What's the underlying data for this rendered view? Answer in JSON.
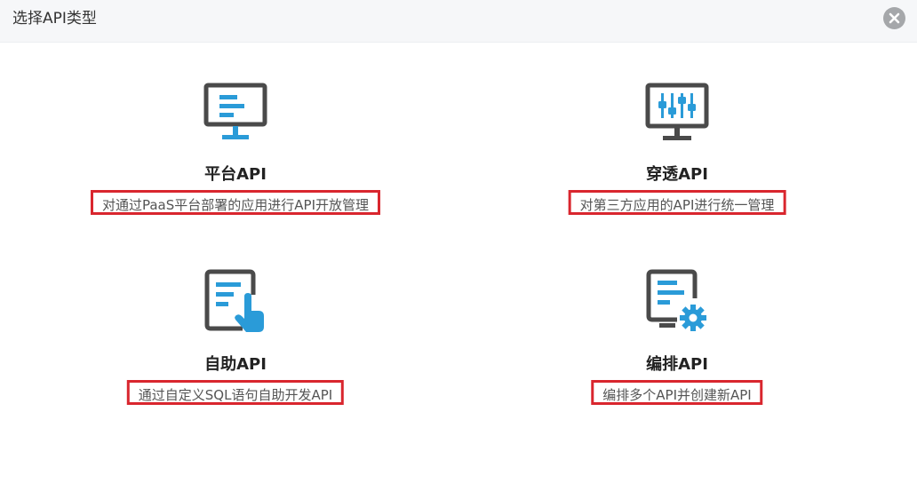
{
  "dialog": {
    "title": "选择API类型",
    "close_icon": "close-icon"
  },
  "colors": {
    "accent": "#2a9bd8",
    "icon_dark": "#4a4a4a",
    "highlight_border": "#d9262e"
  },
  "cards": [
    {
      "title": "平台API",
      "description": "对通过PaaS平台部署的应用进行API开放管理",
      "icon": "monitor-icon"
    },
    {
      "title": "穿透API",
      "description": "对第三方应用的API进行统一管理",
      "icon": "monitor-sliders-icon"
    },
    {
      "title": "自助API",
      "description": "通过自定义SQL语句自助开发API",
      "icon": "document-hand-icon"
    },
    {
      "title": "编排API",
      "description": "编排多个API并创建新API",
      "icon": "document-gear-icon"
    }
  ]
}
